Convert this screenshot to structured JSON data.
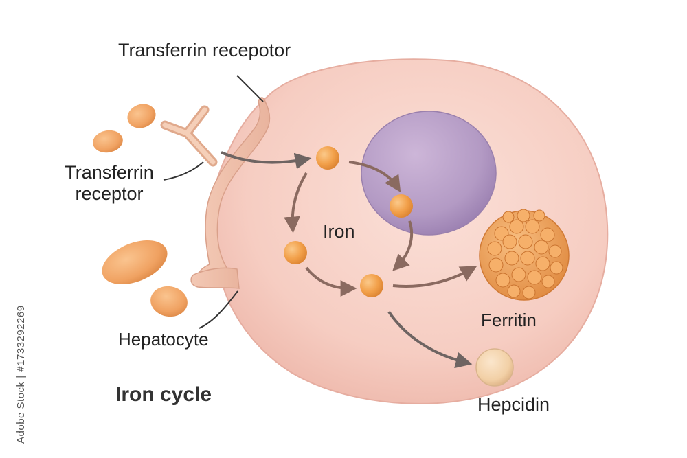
{
  "diagram": {
    "labels": {
      "transferrin_receptor_top": "Transferrin recepotor",
      "transferrin_receptor_left_line1": "Transferrin",
      "transferrin_receptor_left_line2": "receptor",
      "iron": "Iron",
      "ferritin": "Ferritin",
      "hepatocyte": "Hepatocyte",
      "hepcidin": "Hepcidin",
      "title": "Iron cycle"
    },
    "watermark_id": "Adobe Stock | #1733292269",
    "colors": {
      "cell_fill": "#f6cdc2",
      "cell_edge": "#e8b3a6",
      "nucleus": "#b79ac6",
      "iron_particle": "#f2a14c",
      "ferritin": "#f0a45a",
      "hepcidin": "#f3d2aa",
      "transferrin": "#f0a868",
      "arrow": "#8a6a60",
      "leader_line": "#333333"
    }
  }
}
